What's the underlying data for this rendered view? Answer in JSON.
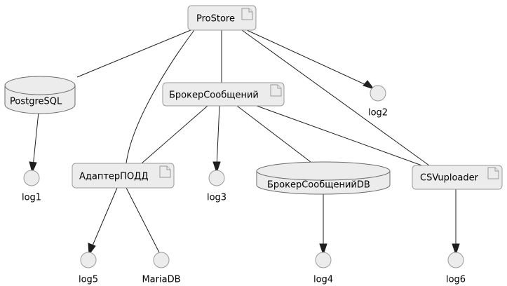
{
  "diagram": {
    "type": "uml-component-diagram",
    "background": "#FFFFFF",
    "node_fill": "#ECECEC",
    "node_stroke": "#9A9A9A",
    "edge_color": "#1F1F1F",
    "text_color": "#000000",
    "components": [
      {
        "id": "prostore",
        "label": "ProStore",
        "shape": "component"
      },
      {
        "id": "broker",
        "label": "БрокерСообщений",
        "shape": "component"
      },
      {
        "id": "adapter",
        "label": "АдаптерПОДД",
        "shape": "component"
      },
      {
        "id": "csvuploader",
        "label": "CSVuploader",
        "shape": "component"
      }
    ],
    "databases": [
      {
        "id": "postgresql",
        "label": "PostgreSQL",
        "shape": "database"
      },
      {
        "id": "brokerdb",
        "label": "БрокерСообщенийDB",
        "shape": "database"
      }
    ],
    "circles": [
      {
        "id": "log1",
        "label": "log1",
        "shape": "circle"
      },
      {
        "id": "log2",
        "label": "log2",
        "shape": "circle"
      },
      {
        "id": "log3",
        "label": "log3",
        "shape": "circle"
      },
      {
        "id": "log4",
        "label": "log4",
        "shape": "circle"
      },
      {
        "id": "log5",
        "label": "log5",
        "shape": "circle"
      },
      {
        "id": "log6",
        "label": "log6",
        "shape": "circle"
      },
      {
        "id": "mariadb",
        "label": "MariaDB",
        "shape": "circle"
      }
    ],
    "edges": [
      {
        "from": "prostore",
        "to": "postgresql",
        "arrow": false
      },
      {
        "from": "prostore",
        "to": "adapter",
        "arrow": false
      },
      {
        "from": "prostore",
        "to": "broker",
        "arrow": false
      },
      {
        "from": "prostore",
        "to": "csvuploader",
        "arrow": false
      },
      {
        "from": "prostore",
        "to": "log2",
        "arrow": true
      },
      {
        "from": "postgresql",
        "to": "log1",
        "arrow": true
      },
      {
        "from": "broker",
        "to": "adapter",
        "arrow": false
      },
      {
        "from": "broker",
        "to": "log3",
        "arrow": true
      },
      {
        "from": "broker",
        "to": "brokerdb",
        "arrow": false
      },
      {
        "from": "broker",
        "to": "csvuploader",
        "arrow": false
      },
      {
        "from": "adapter",
        "to": "log5",
        "arrow": true
      },
      {
        "from": "adapter",
        "to": "mariadb",
        "arrow": false
      },
      {
        "from": "brokerdb",
        "to": "log4",
        "arrow": true
      },
      {
        "from": "csvuploader",
        "to": "log6",
        "arrow": true
      }
    ]
  }
}
